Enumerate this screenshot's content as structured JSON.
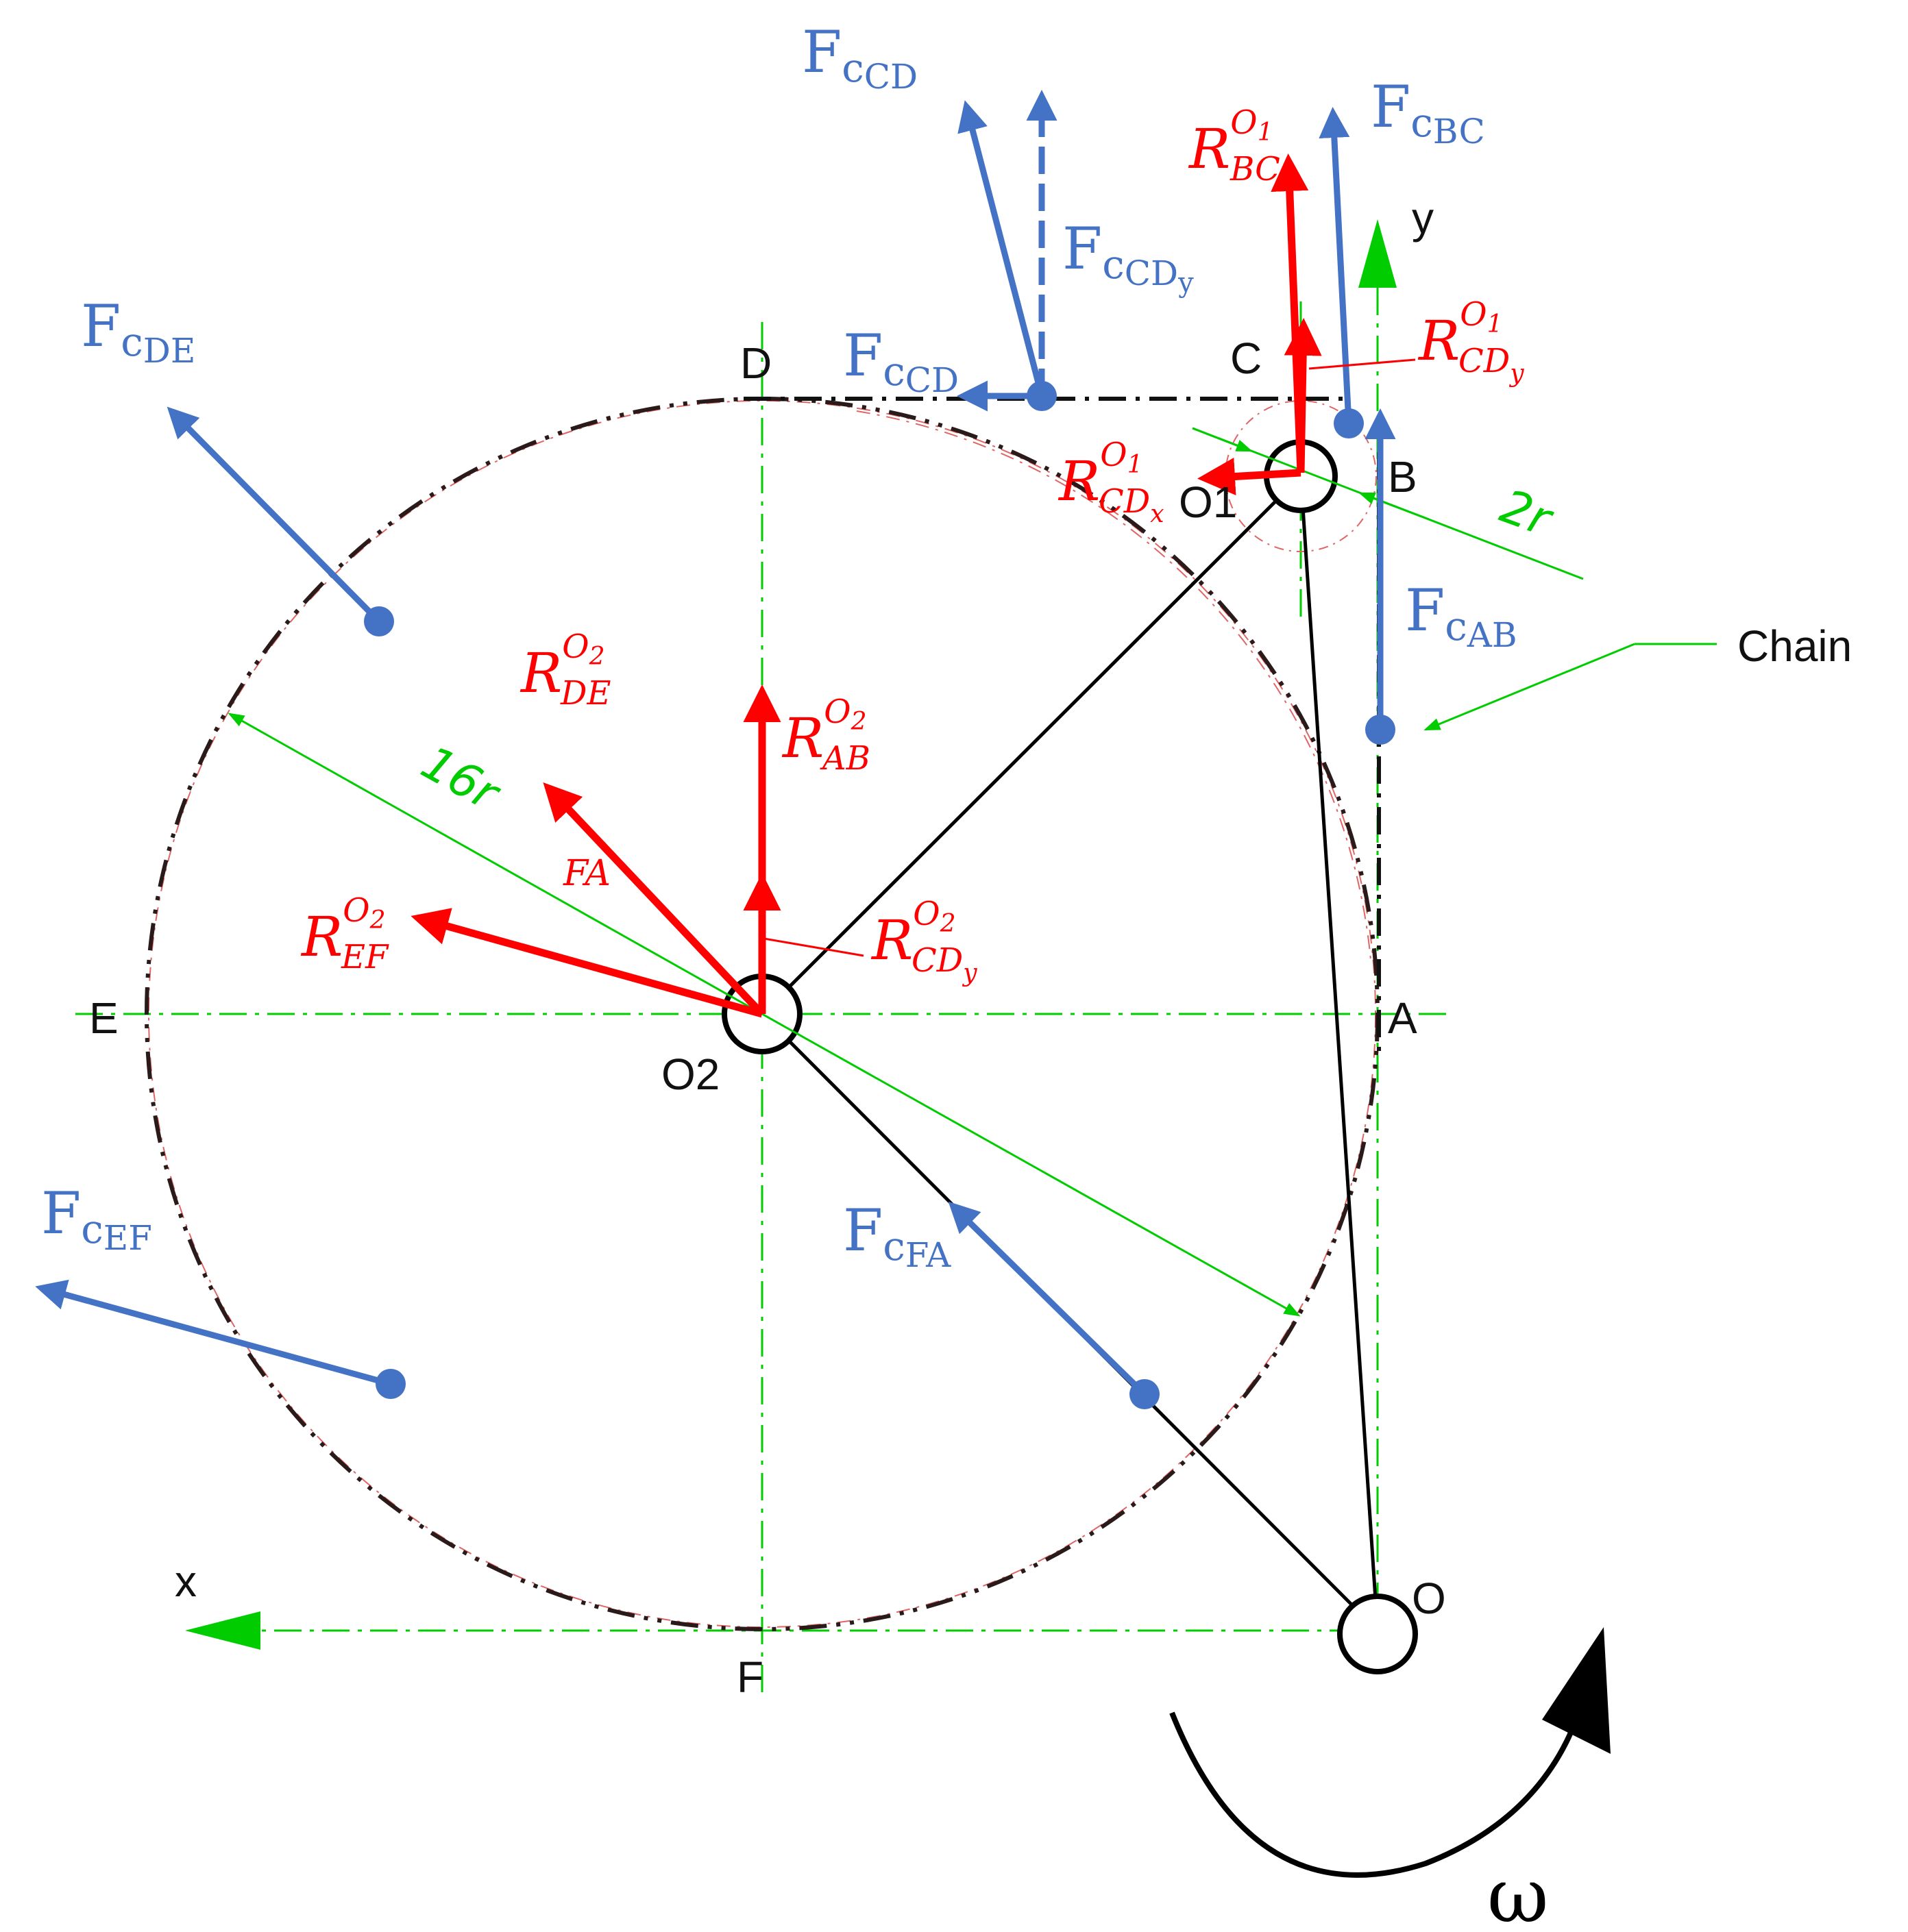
{
  "points": {
    "D": "D",
    "C": "C",
    "B": "B",
    "A": "A",
    "E": "E",
    "F": "F",
    "O": "O",
    "O1": "O1",
    "O2": "O2",
    "x": "x",
    "y": "y"
  },
  "chain_label": "Chain",
  "omega": "ω",
  "dimensions": {
    "r16": "16r",
    "r2": "2r"
  },
  "forces": {
    "FcCD": {
      "base": "F",
      "sub1": "c",
      "sub2": "CD"
    },
    "FcCDy": {
      "base": "F",
      "sub1": "c",
      "sub2": "CD",
      "sub3": "y"
    },
    "FcCDx": {
      "base": "F",
      "sub1": "c",
      "sub2": "CD"
    },
    "FcBC": {
      "base": "F",
      "sub1": "c",
      "sub2": "BC"
    },
    "FcDE": {
      "base": "F",
      "sub1": "c",
      "sub2": "DE"
    },
    "FcAB": {
      "base": "F",
      "sub1": "c",
      "sub2": "AB"
    },
    "FcEF": {
      "base": "F",
      "sub1": "c",
      "sub2": "EF"
    },
    "FcFA": {
      "base": "F",
      "sub1": "c",
      "sub2": "FA"
    }
  },
  "reactions": {
    "RBC_O1": {
      "base": "R",
      "sup": "O",
      "supsub": "1",
      "sub": "BC"
    },
    "RCDy_O1": {
      "base": "R",
      "sup": "O",
      "supsub": "1",
      "sub": "CD",
      "subsub": "y"
    },
    "RCDx_O1": {
      "base": "R",
      "sup": "O",
      "supsub": "1",
      "sub": "CD",
      "subsub": "x"
    },
    "RDE_O2": {
      "base": "R",
      "sup": "O",
      "supsub": "2",
      "sub": "DE"
    },
    "RAB_O2": {
      "base": "R",
      "sup": "O",
      "supsub": "2",
      "sub": "AB"
    },
    "REF_O2": {
      "base": "R",
      "sup": "O",
      "supsub": "2",
      "sub": "EF"
    },
    "RCDy_O2": {
      "base": "R",
      "sup": "O",
      "supsub": "2",
      "sub": "CD",
      "subsub": "y"
    },
    "FA_label": "FA"
  },
  "colors": {
    "blue": "#4472C4",
    "red": "#ff0000",
    "green": "#00cc00",
    "black": "#000000",
    "darkred": "#7a1f1f"
  }
}
